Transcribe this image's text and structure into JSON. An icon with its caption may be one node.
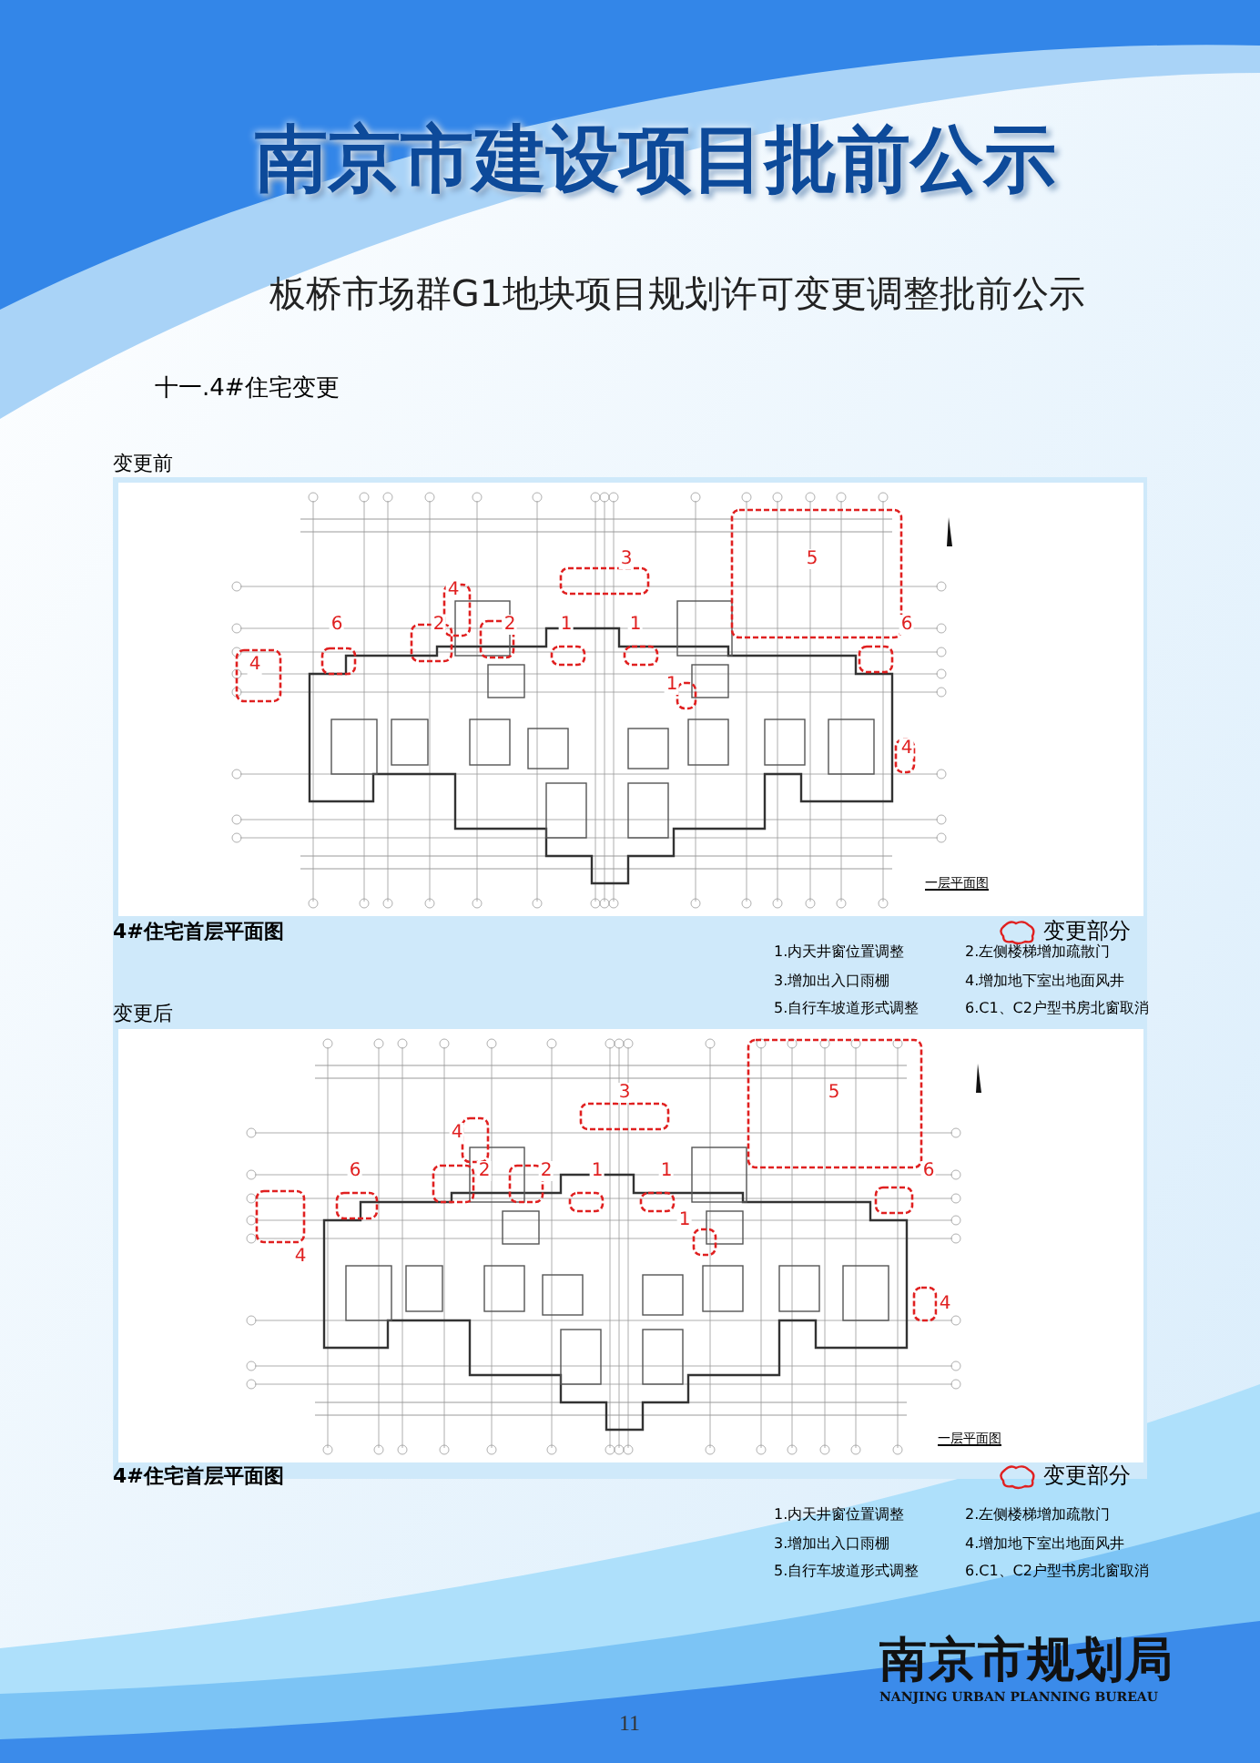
{
  "diagram": {
    "title": "南京市建设项目批前公示",
    "labels": [
      "板桥市场群G1地块项目规划许可变更调整批前公示",
      "十一.4#住宅变更",
      "变更前",
      "3",
      "5",
      "4",
      "6",
      "2",
      "2",
      "1",
      "1",
      "6",
      "4",
      "1",
      "4",
      "一层平面图",
      "4#住宅首层平面图",
      "1.内天井窗位置调整",
      "2.左侧楼梯增加疏散门",
      "3.增加出入口雨棚",
      "4.增加地下室出地面风井",
      "5.自行车坡道形式调整",
      "6.C1、C2户型书房北窗取消",
      "变更后",
      "3",
      "5",
      "4",
      "6",
      "2",
      "2",
      "1",
      "1",
      "6",
      "1",
      "4",
      "4",
      "一层平面图",
      "4#住宅首层平面图",
      "1.内天井窗位置调整",
      "2.左侧楼梯增加疏散门",
      "3.增加出入口雨棚",
      "4.增加地下室出地面风井",
      "5.自行车坡道形式调整",
      "6.C1、C2户型书房北窗取消",
      "南京市规划局",
      "NANJING URBAN PLANNING BUREAU",
      "11"
    ],
    "legend": [
      {
        "text": "变更部分"
      },
      {
        "text": "变更部分"
      }
    ]
  }
}
